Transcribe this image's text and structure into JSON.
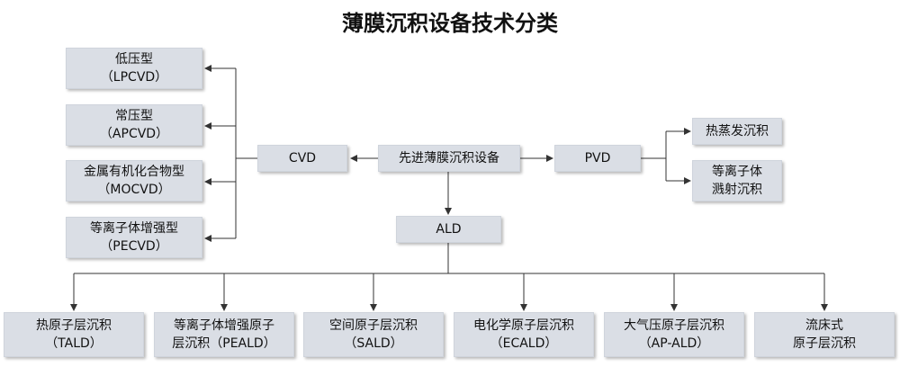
{
  "title": "薄膜沉积设备技术分类",
  "root": "先进薄膜沉积设备",
  "cvd": {
    "label": "CVD",
    "children": [
      {
        "name": "低压型",
        "abbr": "（LPCVD）"
      },
      {
        "name": "常压型",
        "abbr": "（APCVD）"
      },
      {
        "name": "金属有机化合物型",
        "abbr": "（MOCVD）"
      },
      {
        "name": "等离子体增强型",
        "abbr": "（PECVD）"
      }
    ]
  },
  "pvd": {
    "label": "PVD",
    "children": [
      {
        "line1": "热蒸发沉积",
        "line2": ""
      },
      {
        "line1": "等离子体",
        "line2": "溅射沉积"
      }
    ]
  },
  "ald": {
    "label": "ALD",
    "children": [
      {
        "line1": "热原子层沉积",
        "line2": "（TALD）"
      },
      {
        "line1": "等离子体增强原子",
        "line2": "层沉积（PEALD）"
      },
      {
        "line1": "空间原子层沉积",
        "line2": "（SALD）"
      },
      {
        "line1": "电化学原子层沉积",
        "line2": "（ECALD）"
      },
      {
        "line1": "大气压原子层沉积",
        "line2": "（AP-ALD）"
      },
      {
        "line1": "流床式",
        "line2": "原子层沉积"
      }
    ]
  },
  "colors": {
    "box": "#dadee5",
    "line": "#333333"
  }
}
